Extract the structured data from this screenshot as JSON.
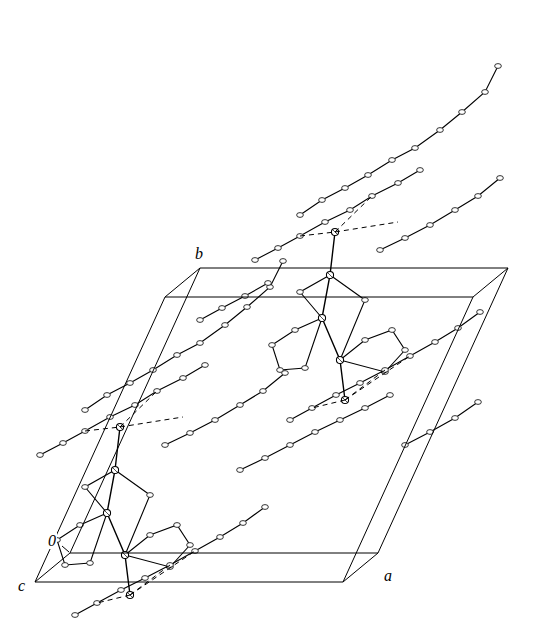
{
  "diagram": {
    "labels": [
      "b",
      "c",
      "a",
      "0"
    ]
  }
}
